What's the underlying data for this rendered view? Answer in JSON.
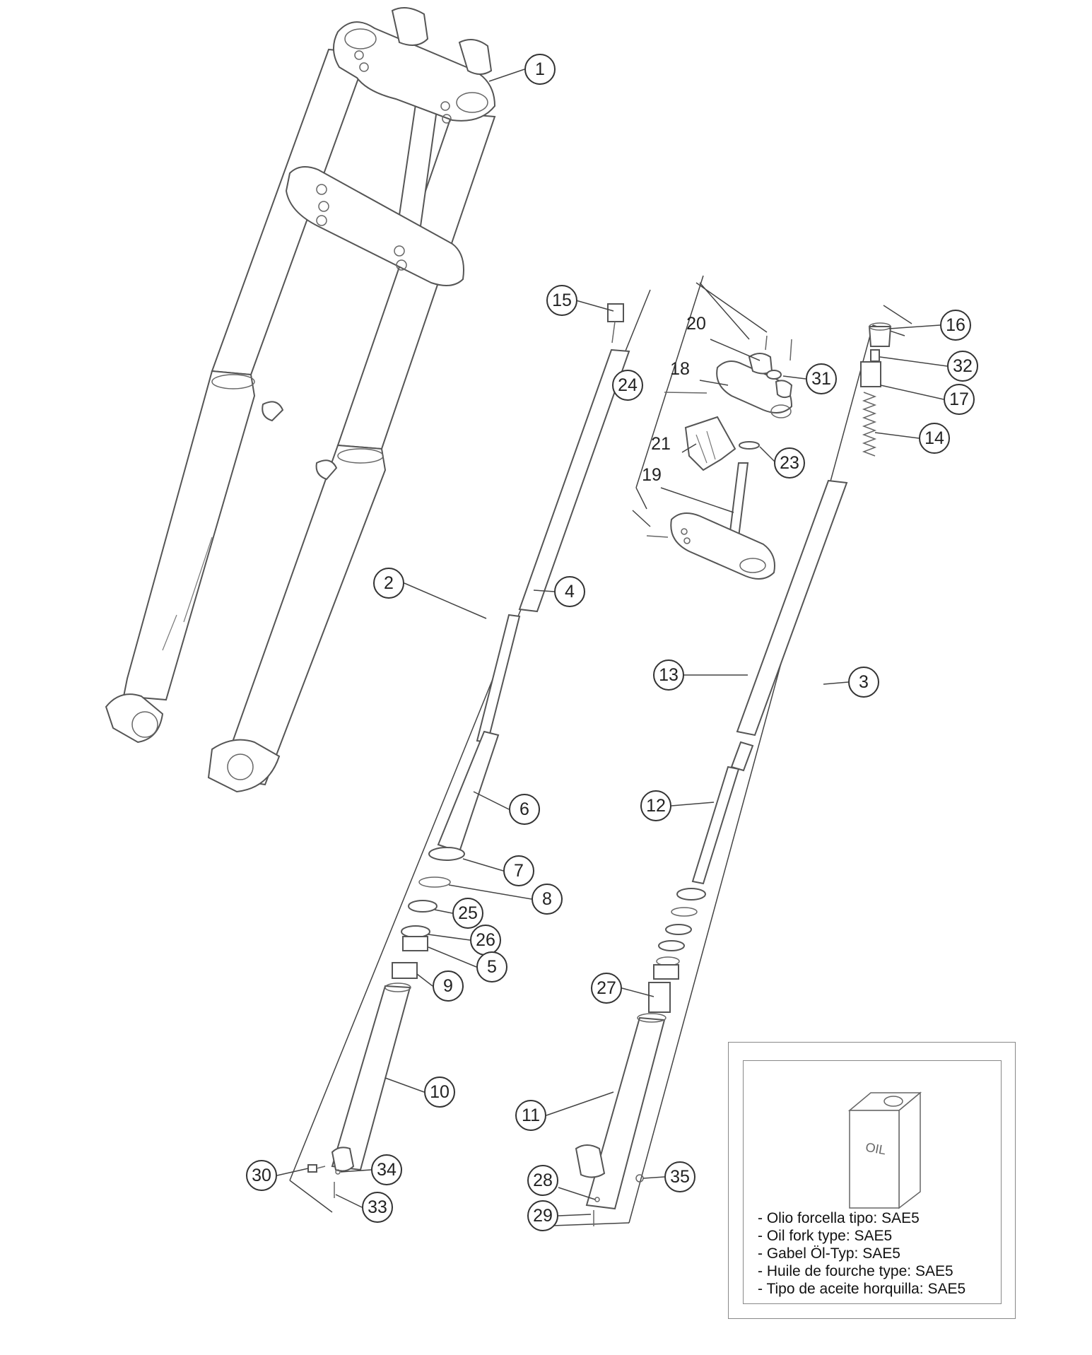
{
  "callouts": [
    {
      "n": "1"
    },
    {
      "n": "15"
    },
    {
      "n": "20"
    },
    {
      "n": "16"
    },
    {
      "n": "18"
    },
    {
      "n": "31"
    },
    {
      "n": "32"
    },
    {
      "n": "24"
    },
    {
      "n": "17"
    },
    {
      "n": "14"
    },
    {
      "n": "23"
    },
    {
      "n": "2"
    },
    {
      "n": "4"
    },
    {
      "n": "13"
    },
    {
      "n": "3"
    },
    {
      "n": "6"
    },
    {
      "n": "12"
    },
    {
      "n": "7"
    },
    {
      "n": "8"
    },
    {
      "n": "25"
    },
    {
      "n": "26"
    },
    {
      "n": "5"
    },
    {
      "n": "9"
    },
    {
      "n": "27"
    },
    {
      "n": "10"
    },
    {
      "n": "11"
    },
    {
      "n": "30"
    },
    {
      "n": "34"
    },
    {
      "n": "33"
    },
    {
      "n": "28"
    },
    {
      "n": "35"
    },
    {
      "n": "29"
    }
  ],
  "inline_labels": [
    {
      "n": "21"
    },
    {
      "n": "19"
    },
    {
      "n": "20"
    },
    {
      "n": "18"
    }
  ],
  "oil_can_label": "OIL",
  "oil_notes": [
    "- Olio forcella tipo: SAE5",
    "- Oil fork type: SAE5",
    "- Gabel Öl-Typ: SAE5",
    "- Huile de fourche type: SAE5",
    "- Tipo de aceite horquilla: SAE5"
  ]
}
